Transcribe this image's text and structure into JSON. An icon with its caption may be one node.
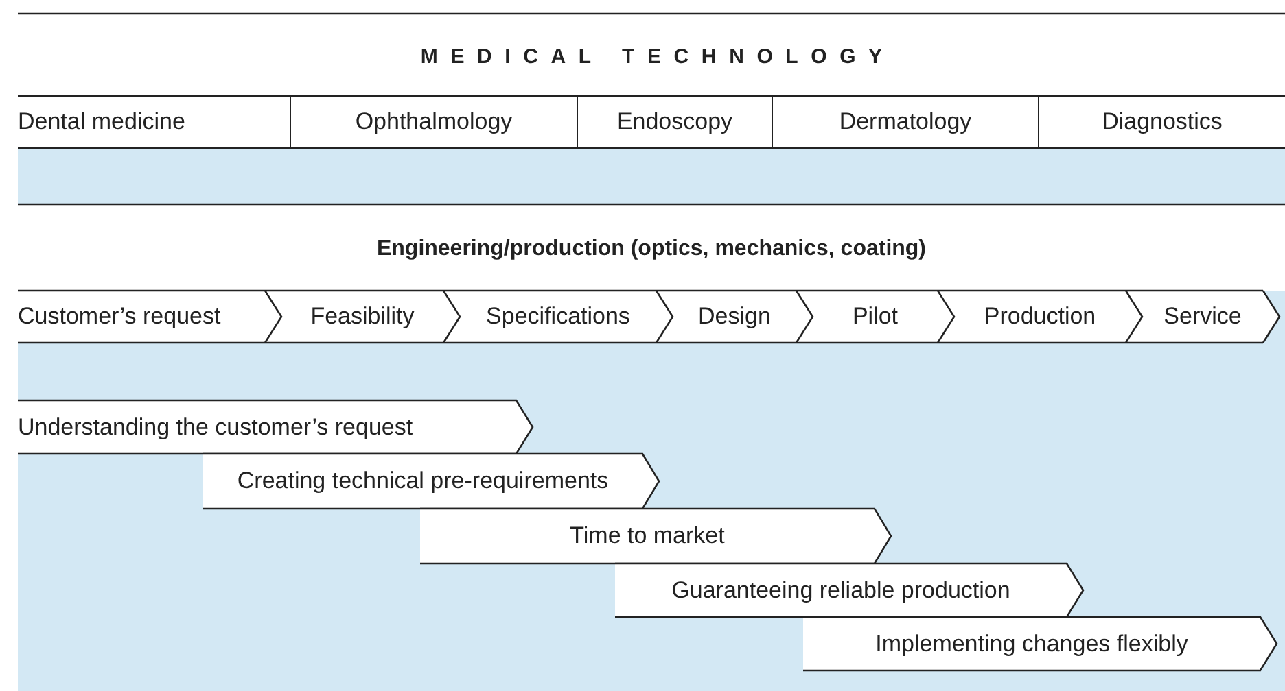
{
  "diagram": {
    "title": "MEDICAL TECHNOLOGY",
    "nodes": [
      {
        "text": [
          "Dental medicine"
        ]
      },
      {
        "text": [
          "Ophthalmology"
        ]
      },
      {
        "text": [
          "Endoscopy"
        ]
      },
      {
        "text": [
          "Dermatology"
        ]
      },
      {
        "text": [
          "Diagnostics"
        ]
      },
      {
        "text": [
          "Customer’s request"
        ]
      },
      {
        "text": [
          "Feasibility"
        ]
      },
      {
        "text": [
          "Specifications"
        ]
      },
      {
        "text": [
          "Design"
        ]
      },
      {
        "text": [
          "Pilot"
        ]
      },
      {
        "text": [
          "Production"
        ]
      },
      {
        "text": [
          "Service"
        ]
      },
      {
        "text": [
          "Understanding the customer’s request"
        ]
      },
      {
        "text": [
          "Creating technical pre-requirements"
        ]
      },
      {
        "text": [
          "Time to market"
        ]
      },
      {
        "text": [
          "Guaranteeing reliable production"
        ]
      },
      {
        "text": [
          "Implementing changes flexibly"
        ]
      }
    ],
    "edges": [],
    "labels": [
      "Engineering/production (optics, mechanics, coating)"
    ]
  }
}
